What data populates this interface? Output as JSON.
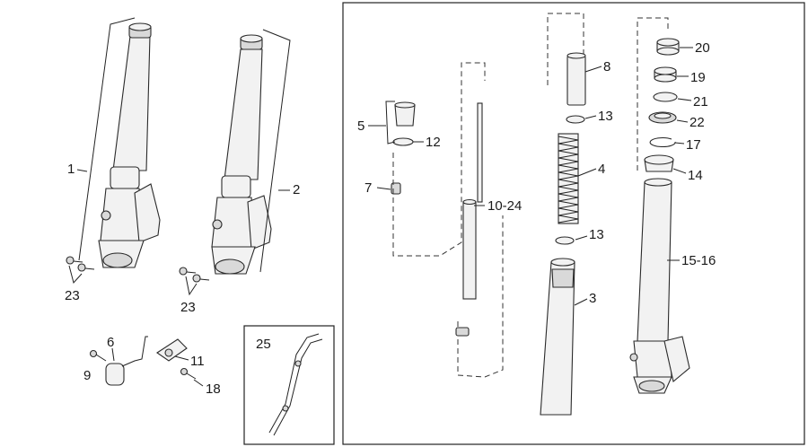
{
  "labels": {
    "p1": "1",
    "p2": "2",
    "p3": "3",
    "p4": "4",
    "p5": "5",
    "p6": "6",
    "p7": "7",
    "p8": "8",
    "p9": "9",
    "p10_24": "10-24",
    "p11": "11",
    "p12": "12",
    "p13a": "13",
    "p13b": "13",
    "p14": "14",
    "p15_16": "15-16",
    "p17": "17",
    "p18": "18",
    "p19": "19",
    "p20": "20",
    "p21": "21",
    "p22": "22",
    "p23a": "23",
    "p23b": "23",
    "p25": "25"
  }
}
